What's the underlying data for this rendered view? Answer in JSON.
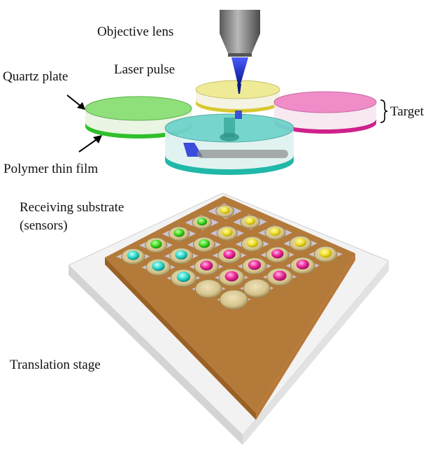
{
  "labels": {
    "objective_lens": "Objective lens",
    "laser_pulse": "Laser pulse",
    "quartz_plate": "Quartz plate",
    "target": "Target",
    "polymer_thin_film": "Polymer thin film",
    "receiving_substrate_line1": "Receiving substrate",
    "receiving_substrate_line2": "(sensors)",
    "translation_stage": "Translation stage"
  },
  "colors": {
    "green_film": "#55cc44",
    "yellow_film": "#e8e070",
    "pink_film": "#e060b0",
    "cyan_film": "#40c8c0",
    "laser": "#1a2fd0",
    "lens": "#7a7a7a",
    "substrate_plate": "#c9c4d8",
    "substrate_edge": "#b47a3a",
    "well": "#d8c89a",
    "stage": "#eeeeee"
  },
  "sensor_grid": {
    "rows": 5,
    "cols": 5,
    "dots": [
      [
        "yellow",
        "yellow",
        "yellow",
        "yellow",
        "yellow"
      ],
      [
        "green",
        "yellow",
        "yellow",
        "pink",
        "pink"
      ],
      [
        "green",
        "green",
        "pink",
        "pink",
        "pink"
      ],
      [
        "green",
        "cyan",
        "pink",
        "pink",
        "none"
      ],
      [
        "cyan",
        "cyan",
        "cyan",
        "none",
        "none"
      ]
    ]
  }
}
